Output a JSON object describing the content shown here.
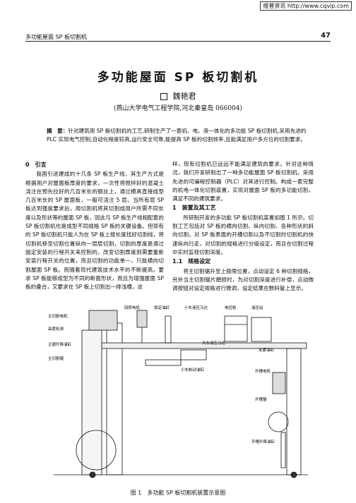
{
  "watermark": "维普资讯 http://www.cqvip.com",
  "running_head": {
    "left": "多功能屋面 SP 板切割机",
    "page": "47"
  },
  "title": "多功能屋面 SP 板切割机",
  "author": "魏艳君",
  "affiliation": "(燕山大学电气工程学院,河北秦皇岛 066004)",
  "abstract": {
    "label": "摘　要：",
    "text": "针对建筑用 SP 板切割机的工艺,研制生产了一套机、电、液一体化的多功能 SP 板切割机,采用先进的 PLC 实现电气控制,自动化程度较高,运行安全可靠,能提高 SP 板的切割效率,且能满足用户多方位的切割要求。"
  },
  "left_column": {
    "heading": "0　引言",
    "paragraph": "我国引进建成的十几条 SP 板生产线，其生产方式是根据用户对屋面板厚度的要求，一次性将搅拌好的混凝土浇注在预先拉好的几百米长的钢丝上，通过模具直接成型几百米长的 SP 屋面板，一般可浇注 5 层。当所有层 SP 板达到强度要求后，用切割机将其切割成用户所需不同长度以及形状等的屋面 SP 板，因此与 SP 板生产线相配套的 SP 板切割机也是成型不同规格 SP 板的关键设备。但现有的 SP 板切割机只能人为在 SP 板上按长度找好切割线，将切割机移至切割位置纵向一层层切割，切割的厚度是通过固定安装的行程开关来控制的，改变切割厚度则需要重新安装行程开关的位置，而且切割的功能单一，只能横向切割屋面 SP 板。而随着现代建筑技术水平的不断提高，要求 SP 板能够成型为不同的断面形状，而且为增强屋面 SP 板的叠合，又要求在 SP 板上切割出一排浅槽，这"
  },
  "right_column": {
    "para1": "样，现有切割机已远远不能满足建筑的要求。针对这种情况，我们开发研制出了一种多功能屋面 SP 板切割机，采用先进的可编程控制器（PLC）对其进行控制。构成一套完整的机电一体化切割装置，实现对屋面 SP 板的多功能切割，满足不同的建筑要求。",
    "heading1": "1　装置及其工艺",
    "para2": "所研制开发的多功能 SP 板切割机装置如图 1 所示。切割工艺包括对 SP 板的横向切割、纵向切割、各种形状的斜向切割，对 SP 板表面的开槽切割以及不切割时切割机的快速纵向行走，对切割的规格进行分级设定，而且在切割过程中实时监视切割深度。",
    "heading2": "1.1　规格设定",
    "para3": "将主切割锯升至上极限位置，点动设定 6 种切割规格，另外当主切割锯片磨损时，为对切割深度进行补偿，点动微调按钮对设定规格进行微调，设定结果在数码管上显示。"
  },
  "figure": {
    "caption": "图 1　多功能 SP 板切割机装置示意图",
    "labels": {
      "main_motor": "主切割电机",
      "height_detect": "高度检测",
      "main_lift_cyl": "主锯升降油缸",
      "main_blade": "主切割锯",
      "rot_motor": "回转电机",
      "lock_cyl": "锁定油缸",
      "cart_motor": "小车液压马达",
      "cart_brake": "小车制动油缸",
      "cabinet": "电控柜",
      "pump": "液压站",
      "cart_motor2": "大车液压马达",
      "clamp_cyl": "夹紧油缸",
      "groove_motor": "开槽电机",
      "groove_blade": "开槽锯",
      "groove_lift": "开槽升降油缸"
    }
  }
}
